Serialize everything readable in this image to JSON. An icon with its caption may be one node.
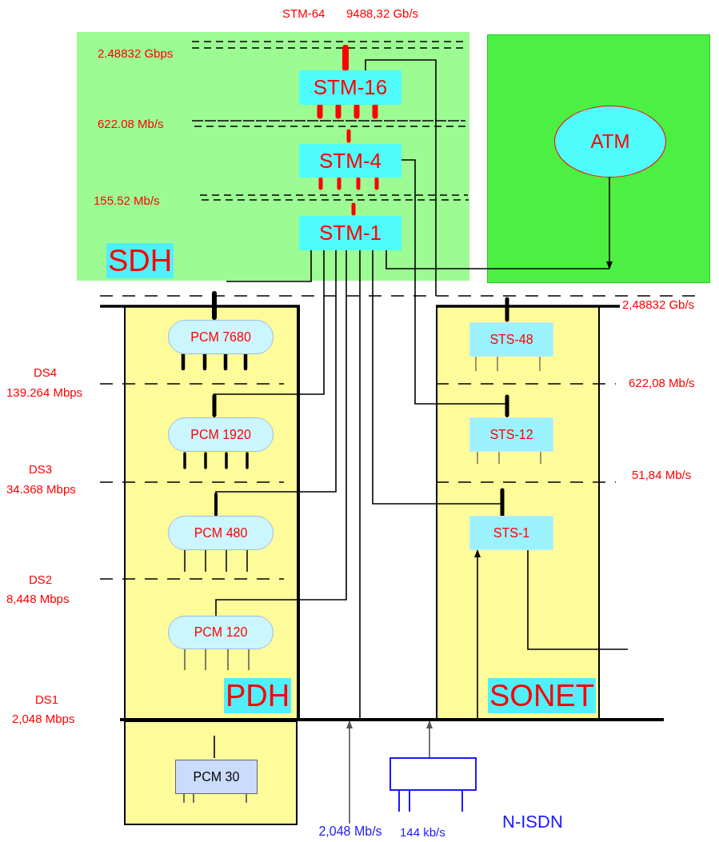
{
  "diagram": {
    "nodes": [
      {
        "text": [
          "SDH"
        ]
      },
      {
        "text": [
          "STM-16"
        ],
        "in": 0
      },
      {
        "text": [
          "STM-4"
        ],
        "in": 0
      },
      {
        "text": [
          "STM-1"
        ],
        "in": 0
      },
      {
        "text": [],
        "shape": "box"
      },
      {
        "text": [
          "ATM"
        ],
        "in": 4
      },
      {
        "text": [
          "PDH"
        ]
      },
      {
        "text": [
          "PCM 7680"
        ],
        "in": 6
      },
      {
        "text": [
          "PCM 1920"
        ],
        "in": 6
      },
      {
        "text": [
          "PCM 480"
        ],
        "in": 6
      },
      {
        "text": [
          "PCM 120"
        ],
        "in": 6
      },
      {
        "text": [
          "SONET"
        ]
      },
      {
        "text": [
          "STS-48"
        ],
        "in": 11
      },
      {
        "text": [
          "STS-12"
        ],
        "in": 11
      },
      {
        "text": [
          "STS-1"
        ],
        "in": 11
      },
      {
        "text": [],
        "shape": "box"
      },
      {
        "text": [
          "PCM 30"
        ],
        "in": 15
      },
      {
        "text": [],
        "shape": "box"
      },
      {
        "text": [
          "2,048 Mb/s"
        ]
      },
      {
        "text": [],
        "shape": "bar"
      }
    ],
    "edges": [
      {
        "from": 3,
        "to": null,
        "arrow": "none"
      },
      {
        "from": 3,
        "to": 8,
        "arrow": "none"
      },
      {
        "from": 3,
        "to": 9,
        "arrow": "none"
      },
      {
        "from": 3,
        "to": 10,
        "arrow": "none"
      },
      {
        "from": 3,
        "to": 19,
        "arrow": "none"
      },
      {
        "from": 3,
        "to": 14,
        "arrow": "none"
      },
      {
        "from": 3,
        "to": null,
        "arrow": "none"
      },
      {
        "from": 5,
        "to": null,
        "arrow": "to"
      },
      {
        "from": 1,
        "to": null,
        "arrow": "none"
      },
      {
        "from": 2,
        "to": 13,
        "arrow": "none"
      },
      {
        "from": 19,
        "to": 14,
        "arrow": "to"
      },
      {
        "from": 14,
        "to": null,
        "arrow": "none"
      },
      {
        "from": 16,
        "to": null,
        "arrow": "none"
      },
      {
        "from": 18,
        "to": 19,
        "arrow": "to",
        "color": "#555555"
      },
      {
        "from": 17,
        "to": 19,
        "arrow": "to",
        "color": "#555555"
      }
    ],
    "labels": [
      "STM-64",
      "9488,32 Gb/s",
      "2.48832 Gbps",
      "622.08 Mb/s",
      "155.52 Mb/s",
      "2,48832 Gb/s",
      "DS4",
      "139.264 Mbps",
      "622,08 Mb/s",
      "DS3",
      "34.368 Mbps",
      "51,84 Mb/s",
      "DS2",
      "8,448 Mbps",
      "DS1",
      "2,048 Mbps",
      "144 kb/s",
      "N-ISDN"
    ]
  }
}
